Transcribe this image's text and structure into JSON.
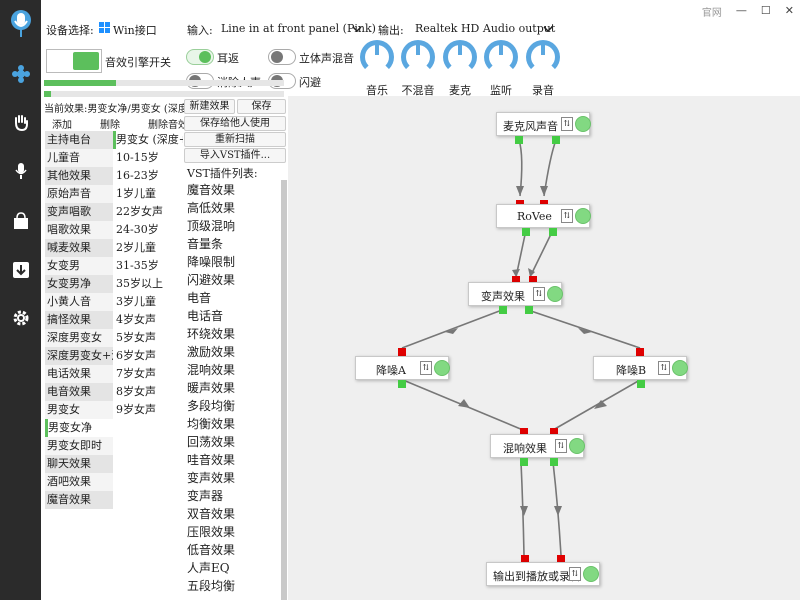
{
  "header": {
    "device_label": "设备选择:",
    "device_value": "Win接口",
    "input_label": "输入:",
    "input_value": "Line in at front panel (Pink)",
    "output_label": "输出:",
    "output_value": "Realtek HD Audio output",
    "official_label": "官网"
  },
  "window": {
    "minimize": "—",
    "maximize": "☐",
    "close": "✕"
  },
  "engine": {
    "label": "音效引擎开关",
    "on": true
  },
  "toggles": [
    {
      "label": "耳返",
      "on": true
    },
    {
      "label": "立体声混音",
      "on": false
    },
    {
      "label": "消除人声",
      "on": false
    },
    {
      "label": "闪避",
      "on": false
    }
  ],
  "knobs": [
    "音乐",
    "不混音",
    "麦克",
    "监听",
    "录音"
  ],
  "progress": [
    0.3,
    0.03
  ],
  "current_effect": "当前效果:男变女净/男变女 (深度+...",
  "list_actions": {
    "add": "添加",
    "delete": "删除",
    "delete_sfx": "删除音效"
  },
  "presets": [
    "主持电台",
    "儿童音",
    "其他效果",
    "原始声音",
    "变声唱歌",
    "唱歌效果",
    "喊麦效果",
    "女变男",
    "女变男净",
    "小黄人音",
    "搞怪效果",
    "深度男变女",
    "深度男变女+混响",
    "电话效果",
    "电音效果",
    "男变女",
    "男变女净",
    "男变女即时",
    "聊天效果",
    "酒吧效果",
    "魔音效果"
  ],
  "selected_preset": 16,
  "sub_presets": [
    "男变女 (深度+...",
    "10-15岁",
    "16-23岁",
    "1岁儿童",
    "22岁女声",
    "24-30岁",
    "2岁儿童",
    "31-35岁",
    "35岁以上",
    "3岁儿童",
    "4岁女声",
    "5岁女声",
    "6岁女声",
    "7岁女声",
    "8岁女声",
    "9岁女声"
  ],
  "buttons": {
    "new_effect": "新建效果",
    "save": "保存",
    "save_for_others": "保存给他人使用",
    "rescan": "重新扫描",
    "import_vst": "导入VST插件..."
  },
  "vst_title": "VST插件列表:",
  "vst_list": [
    "魔音效果",
    "高低效果",
    "顶级混响",
    "音量条",
    "降噪限制",
    "闪避效果",
    "电音",
    "电话音",
    "环绕效果",
    "激励效果",
    "混响效果",
    "暖声效果",
    "多段均衡",
    "均衡效果",
    "回荡效果",
    "哇音效果",
    "变声效果",
    "变声器",
    "双音效果",
    "压限效果",
    "低音效果",
    "人声EQ",
    "五段均衡"
  ],
  "graph": {
    "nodes": {
      "mic": "麦克风声音",
      "rovee": "RoVee",
      "voice": "变声效果",
      "noiseA": "降噪A",
      "noiseB": "降噪B",
      "reverb": "混响效果",
      "output": "输出到播放或录音"
    },
    "config_glyph": "⇅"
  },
  "colors": {
    "accent": "#5cbf5c",
    "knob": "#5aa7e0",
    "sidebar": "#2b2b2b",
    "port_in": "#e00000",
    "port_out": "#44cc44"
  }
}
